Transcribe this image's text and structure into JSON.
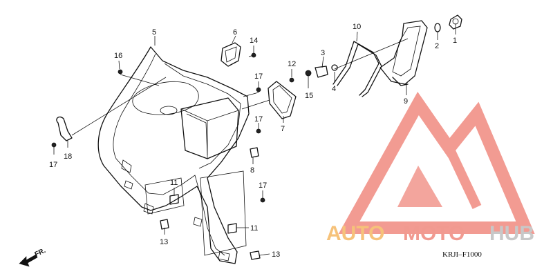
{
  "callouts": [
    "1",
    "2",
    "3",
    "4",
    "5",
    "6",
    "7",
    "8",
    "9",
    "10",
    "11",
    "11",
    "12",
    "13",
    "13",
    "14",
    "15",
    "16",
    "17",
    "17",
    "17",
    "17",
    "18"
  ],
  "diagram_code": "KRJI–F1000",
  "direction_label": "FR.",
  "watermark": {
    "part1": "AUTO",
    "part2": "MOTO",
    "part3": "HUB",
    "colors": {
      "auto": "#f6c27a",
      "moto": "#f19a90",
      "hub": "#c8c8c8",
      "logo": "#f08a80"
    }
  },
  "icons": {
    "direction_arrow": "fr-arrow-icon",
    "logo": "mountain-logo-icon"
  }
}
